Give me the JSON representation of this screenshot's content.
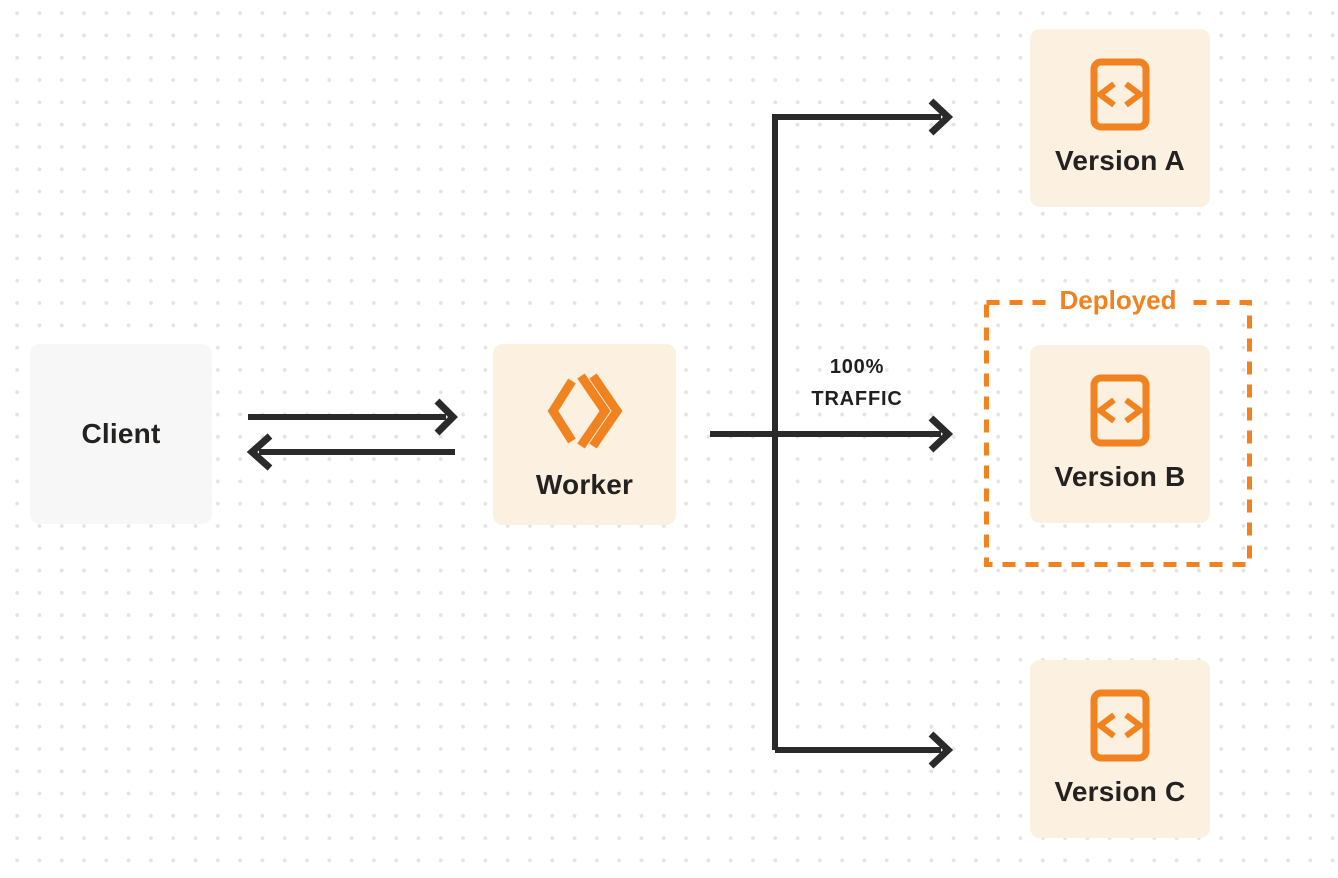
{
  "diagram": {
    "title": "Worker gradual deployments diagram",
    "nodes": {
      "client": {
        "label": "Client",
        "icon": null
      },
      "worker": {
        "label": "Worker",
        "icon": "workers-logo-icon"
      },
      "version_a": {
        "label": "Version A",
        "icon": "code-file-icon"
      },
      "version_b": {
        "label": "Version B",
        "icon": "code-file-icon"
      },
      "version_c": {
        "label": "Version C",
        "icon": "code-file-icon"
      }
    },
    "deployed_badge": {
      "label": "Deployed"
    },
    "traffic_label": {
      "line1": "100%",
      "line2": "TRAFFIC"
    },
    "colors": {
      "accent_orange": "#f0821f",
      "node_fill_orange": "#fcf0e1",
      "node_fill_gray": "#f7f7f8",
      "connector_black": "#2a2a2a",
      "text_dark": "#242220",
      "dot_grid": "#e4e4e4",
      "background": "#ffffff"
    }
  }
}
